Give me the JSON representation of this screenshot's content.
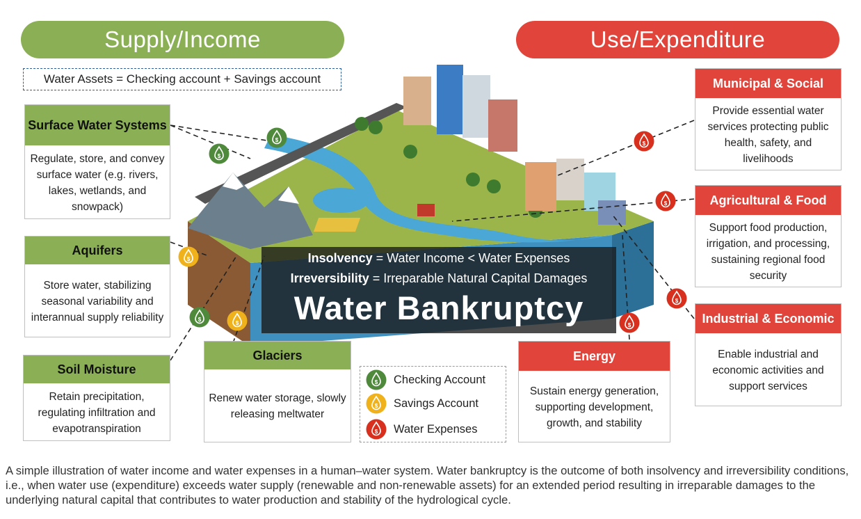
{
  "supply": {
    "title": "Supply/Income",
    "assets_equation": "Water Assets = Checking account  + Savings account"
  },
  "use": {
    "title": "Use/Expenditure"
  },
  "sources": [
    {
      "title": "Surface Water Systems",
      "text": "Regulate, store, and convey surface water (e.g. rivers, lakes, wetlands, and snowpack)"
    },
    {
      "title": "Aquifers",
      "text": "Store water, stabilizing seasonal variability and interannual supply reliability"
    },
    {
      "title": "Soil Moisture",
      "text": "Retain precipitation, regulating infiltration and evapotranspiration"
    },
    {
      "title": "Glaciers",
      "text": "Renew water storage, slowly releasing meltwater"
    }
  ],
  "uses": [
    {
      "title": "Municipal & Social",
      "text": "Provide essential water services protecting public health, safety, and livelihoods"
    },
    {
      "title": "Agricultural & Food",
      "text": "Support food production, irrigation, and processing, sustaining regional food security"
    },
    {
      "title": "Industrial & Economic",
      "text": "Enable industrial and economic activities and support services"
    },
    {
      "title": "Energy",
      "text": "Sustain energy generation, supporting development, growth, and stability"
    }
  ],
  "center": {
    "insolvency_term": "Insolvency",
    "insolvency_rest": " = Water Income < Water Expenses",
    "irreversibility_term": "Irreversibility",
    "irreversibility_rest": " = Irreparable Natural Capital Damages",
    "title": "Water Bankruptcy"
  },
  "legend": [
    {
      "label": "Checking Account",
      "icon": "green-drop-dollar-icon",
      "color": "#4f8a3c"
    },
    {
      "label": "Savings Account",
      "icon": "gold-drop-dollar-icon",
      "color": "#f0b21c"
    },
    {
      "label": "Water Expenses",
      "icon": "red-drop-dollar-icon",
      "color": "#d7301f"
    }
  ],
  "colors": {
    "supply": "#8aaf55",
    "use": "#e0443a"
  },
  "caption": "A simple illustration of water income and water expenses in a human–water system. Water bankruptcy is the outcome of both insolvency and irreversibility conditions, i.e., when water use (expenditure) exceeds water supply (renewable and non-renewable assets) for an extended period resulting in irreparable damages to the underlying natural capital that contributes to water production and stability of the hydrological cycle."
}
